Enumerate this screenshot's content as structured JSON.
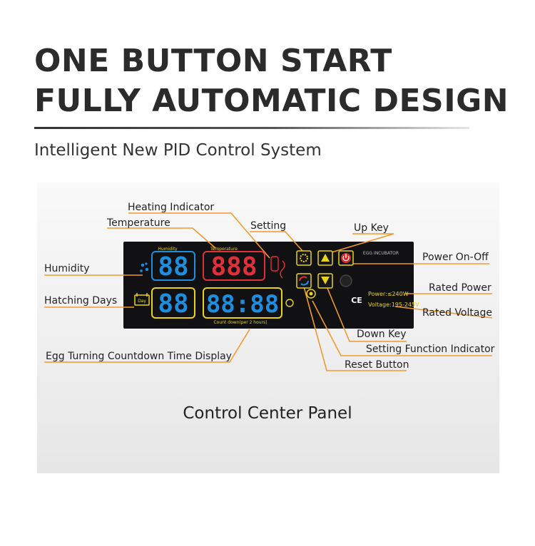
{
  "headline": {
    "line1": "ONE BUTTON START",
    "line2": "FULLY AUTOMATIC DESIGN"
  },
  "subtitle": "Intelligent New PID Control System",
  "caption": "Control Center Panel",
  "panel": {
    "humidity_small": "Humidity",
    "temperature_small": "Temperature",
    "egg_incubator": "EGG INCUBATOR",
    "countdown_small": "Count down(per 2 hours)",
    "day_icon_text": "Day",
    "power_spec": "Power:≤240W",
    "voltage_spec": "Voltage:195-245V",
    "ce_mark": "CE",
    "humidity_display": "88",
    "temperature_display": "888",
    "days_display": "88",
    "countdown_display": "88:88"
  },
  "labels": {
    "heating_indicator": "Heating Indicator",
    "temperature": "Temperature",
    "setting": "Setting",
    "up_key": "Up Key",
    "power_on_off": "Power On-Off",
    "humidity": "Humidity",
    "rated_power": "Rated Power",
    "hatching_days": "Hatching Days",
    "rated_voltage": "Rated Voltage",
    "down_key": "Down Key",
    "setting_function_indicator": "Setting Function Indicator",
    "egg_turning_countdown": "Egg Turning Countdown Time Display",
    "reset_button": "Reset Button"
  },
  "colors": {
    "accent_orange": "#f19a2e",
    "digit_blue": "#1e8fe0",
    "digit_red": "#e0303a",
    "frame_yellow": "#e9d21c",
    "panel_bg": "#111113"
  }
}
